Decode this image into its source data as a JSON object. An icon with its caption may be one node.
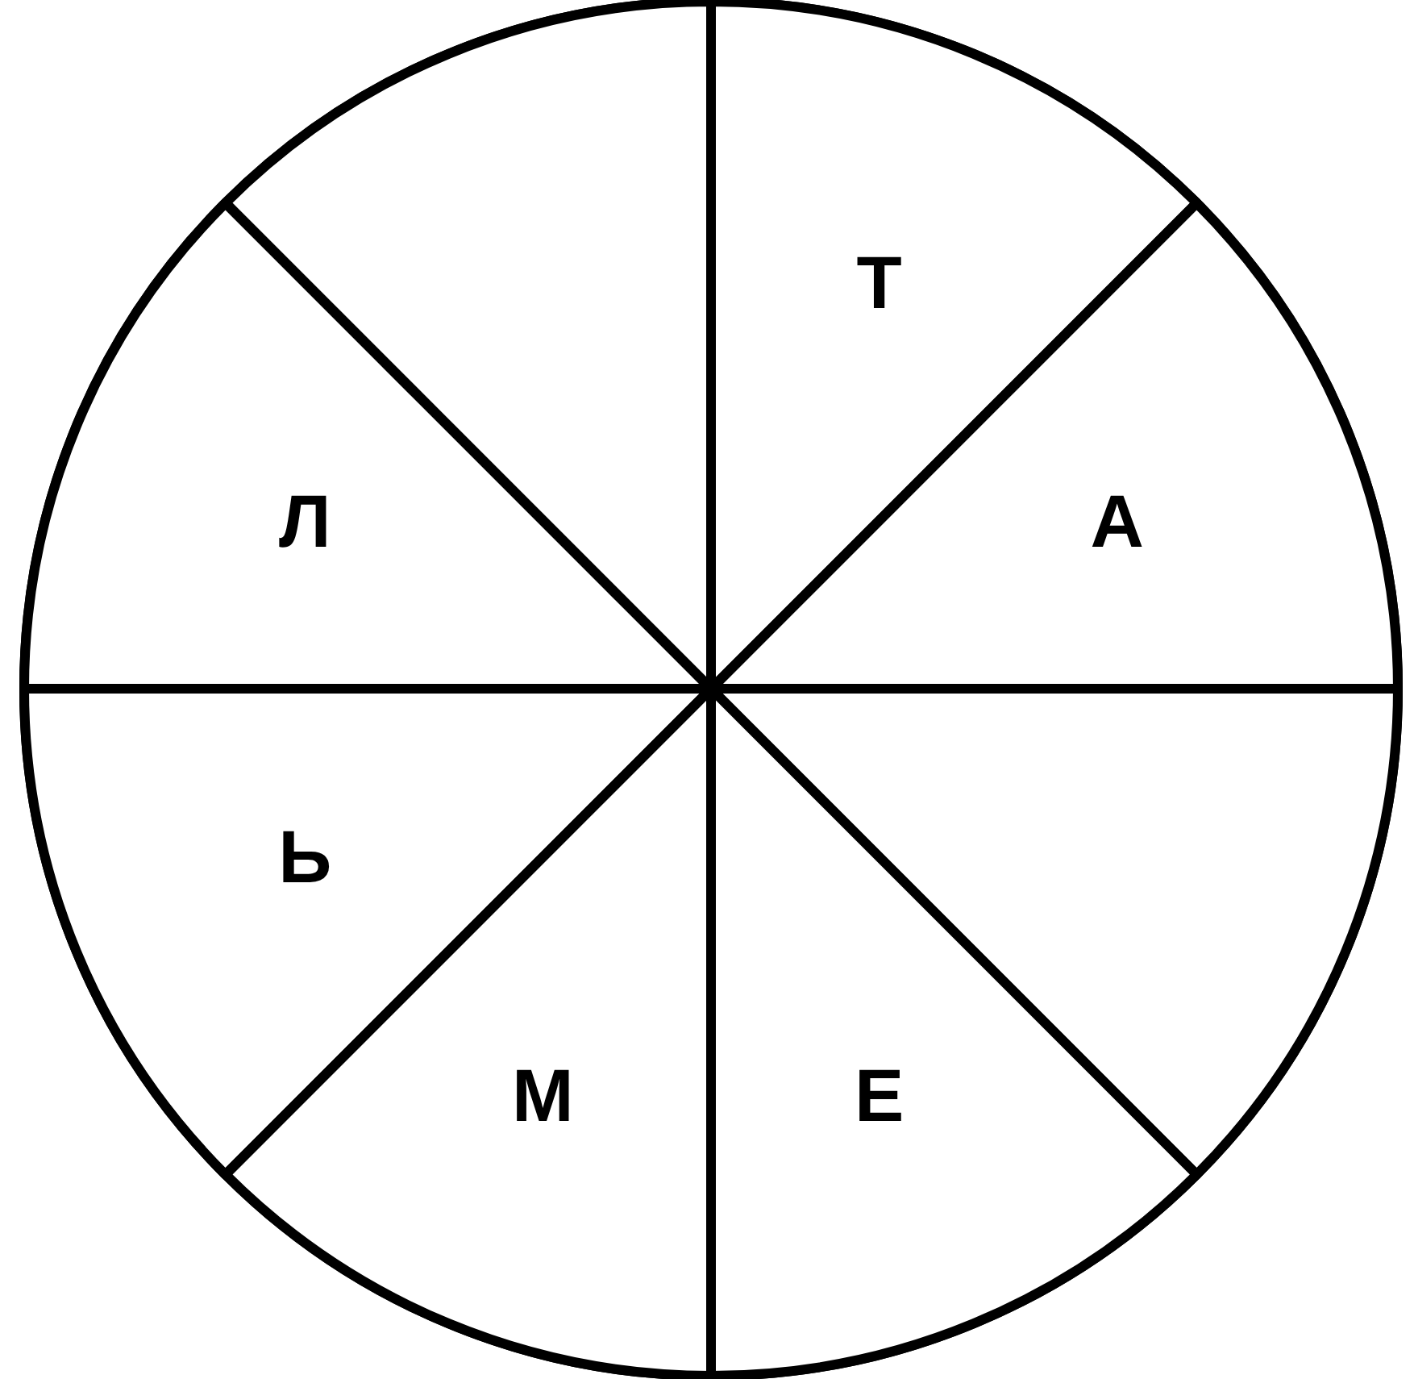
{
  "diagram": {
    "nodes": [
      {
        "text": [],
        "shape": "circle"
      },
      {
        "text": [],
        "shape": "wedge",
        "in": 0
      },
      {
        "text": [
          "Т"
        ],
        "in": 0
      },
      {
        "text": [
          "Л"
        ],
        "in": 0
      },
      {
        "text": [
          "А"
        ],
        "in": 0
      },
      {
        "text": [
          "Ь"
        ],
        "in": 0
      },
      {
        "text": [],
        "shape": "wedge",
        "in": 0
      },
      {
        "text": [
          "М"
        ],
        "in": 0
      },
      {
        "text": [
          "Е"
        ],
        "in": 0
      }
    ]
  }
}
